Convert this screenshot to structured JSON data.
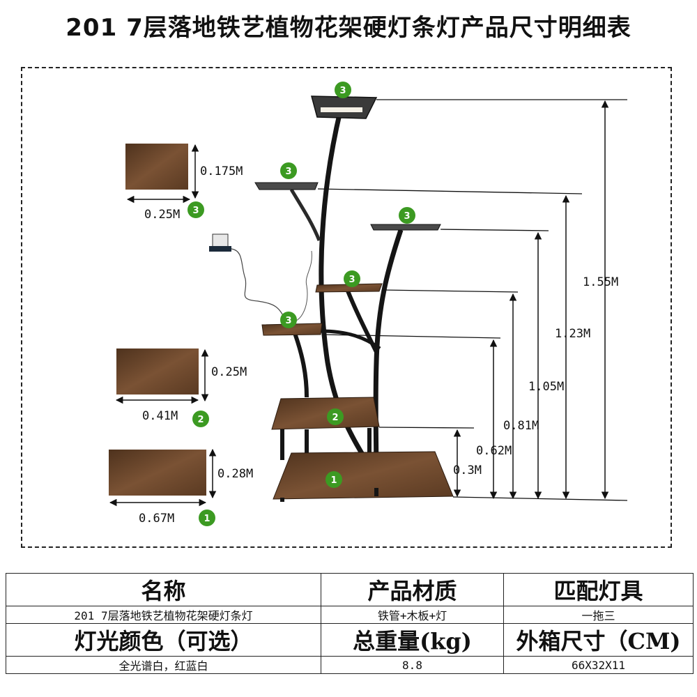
{
  "title": "201  7层落地铁艺植物花架硬灯条灯产品尺寸明细表",
  "colors": {
    "badge_green": "#3c9a22",
    "wood_dark": "#5a3a22",
    "wood_light": "#8a5d3a",
    "iron": "#151515"
  },
  "diagram": {
    "boards": [
      {
        "width": "0.25M",
        "depth": "0.175M",
        "badge": "3"
      },
      {
        "width": "0.41M",
        "depth": "0.25M",
        "badge": "2"
      },
      {
        "width": "0.67M",
        "depth": "0.28M",
        "badge": "1"
      }
    ],
    "shelf_badges": [
      "3",
      "3",
      "3",
      "3",
      "3",
      "2",
      "1"
    ],
    "heights": [
      "1.55M",
      "1.23M",
      "1.05M",
      "0.81M",
      "0.62M",
      "0.3M"
    ]
  },
  "table": {
    "header1": [
      "名称",
      "产品材质",
      "匹配灯具"
    ],
    "row1": [
      "201  7层落地铁艺植物花架硬灯条灯",
      "铁管+木板+灯",
      "一拖三"
    ],
    "header2": [
      "灯光颜色（可选）",
      "总重量(kg)",
      "外箱尺寸（CM)"
    ],
    "row2": [
      "全光谱白，红蓝白",
      "8.8",
      "66X32X11"
    ]
  }
}
